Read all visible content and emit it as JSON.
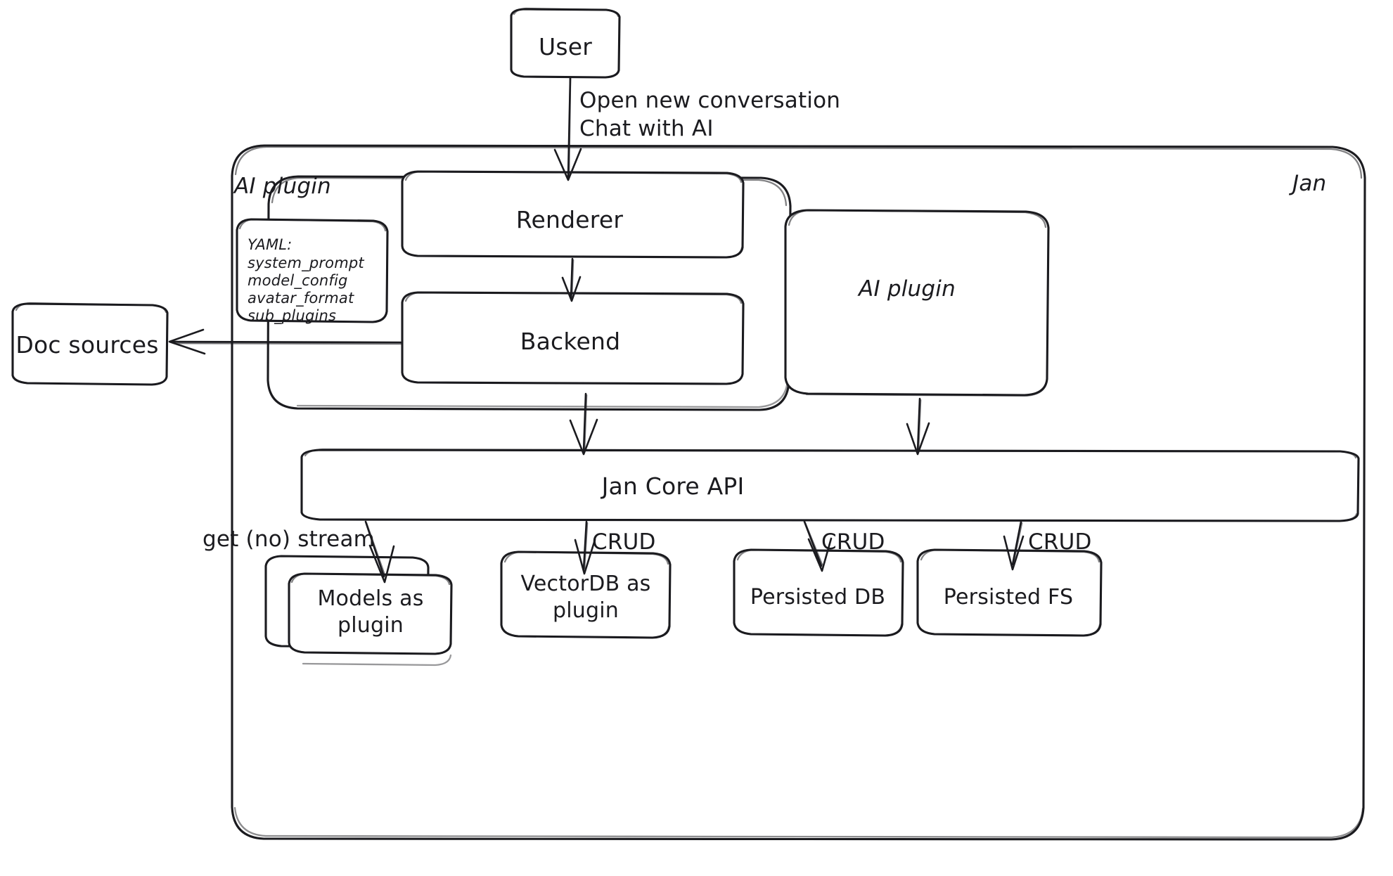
{
  "diagram": {
    "title": "Jan architecture diagram",
    "style": "hand-drawn sketch",
    "stroke_color": "#1b1b1f",
    "fill_color": "#ffffff",
    "background": "#ffffff"
  },
  "nodes": {
    "user": {
      "label": "User"
    },
    "jan_group": {
      "label": "Jan"
    },
    "ai_plugin_group": {
      "label": "AI plugin"
    },
    "renderer": {
      "label": "Renderer"
    },
    "backend": {
      "label": "Backend"
    },
    "ai_plugin_box": {
      "label": "AI plugin"
    },
    "doc_sources": {
      "label": "Doc sources"
    },
    "jan_core_api": {
      "label": "Jan Core API"
    },
    "models_plugin": {
      "label": "Models as\nplugin"
    },
    "vectordb_plugin": {
      "label": "VectorDB as\nplugin"
    },
    "persisted_db": {
      "label": "Persisted DB"
    },
    "persisted_fs": {
      "label": "Persisted FS"
    },
    "yaml_card": {
      "title": "YAML:",
      "items": [
        "system_prompt",
        "model_config",
        "avatar_format",
        "sub_plugins"
      ]
    }
  },
  "edges": {
    "user_to_renderer": {
      "label": "Open new conversation\nChat with AI"
    },
    "renderer_to_backend": {
      "label": ""
    },
    "backend_to_doc_sources": {
      "label": ""
    },
    "backend_to_core": {
      "label": ""
    },
    "ai_plugin_to_core": {
      "label": ""
    },
    "core_to_models": {
      "label": "get (no) stream"
    },
    "core_to_vectordb": {
      "label": "CRUD"
    },
    "core_to_persisted_db": {
      "label": "CRUD"
    },
    "core_to_persisted_fs": {
      "label": "CRUD"
    }
  }
}
